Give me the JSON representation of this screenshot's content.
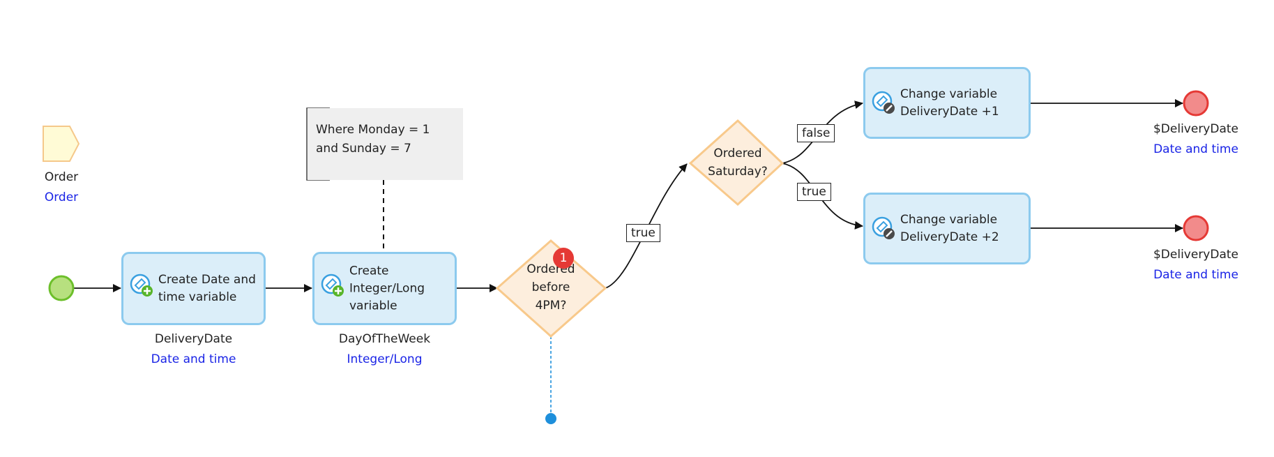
{
  "parameter": {
    "name": "Order",
    "type": "Order"
  },
  "annotation": {
    "lines": [
      "Where Monday = 1",
      "and Sunday = 7"
    ]
  },
  "activities": [
    {
      "lines": [
        "Create Date and",
        "time variable"
      ],
      "var_name": "DeliveryDate",
      "var_type": "Date and time",
      "icon": "create-variable-icon"
    },
    {
      "lines": [
        "Create",
        "Integer/Long",
        "variable"
      ],
      "var_name": "DayOfTheWeek",
      "var_type": "Integer/Long",
      "icon": "create-variable-icon"
    },
    {
      "lines": [
        "Change variable",
        "DeliveryDate +1"
      ],
      "icon": "change-variable-icon"
    },
    {
      "lines": [
        "Change variable",
        "DeliveryDate +2"
      ],
      "icon": "change-variable-icon"
    }
  ],
  "decisions": [
    {
      "lines": [
        "Ordered",
        "before",
        "4PM?"
      ],
      "badge": "1"
    },
    {
      "lines": [
        "Ordered",
        "Saturday?"
      ]
    }
  ],
  "edge_labels": {
    "true_1": "true",
    "false": "false",
    "true_2": "true"
  },
  "end_events": [
    {
      "name": "$DeliveryDate",
      "type": "Date and time"
    },
    {
      "name": "$DeliveryDate",
      "type": "Date and time"
    }
  ],
  "colors": {
    "activity_fill": "#dbeef9",
    "activity_border": "#8ccaee",
    "decision_fill": "#fdeedd",
    "decision_border": "#f8c98b",
    "start_fill": "#b7e07f",
    "start_border": "#6cbf2a",
    "end_fill": "#f28b8b",
    "end_border": "#e53935",
    "type_text": "#1a24e6",
    "error_flow": "#1e8fdb"
  }
}
